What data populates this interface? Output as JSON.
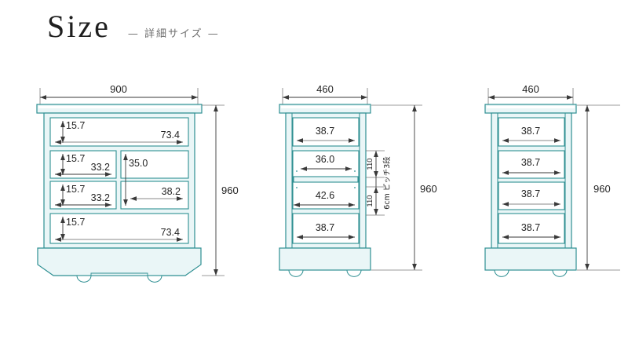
{
  "header": {
    "title": "Size",
    "subtitle": "— 詳細サイズ —"
  },
  "theme": {
    "line_color": "#2e8f92",
    "fill_color": "#eaf6f7",
    "dim_color": "#3a3a3a",
    "text_color": "#232323",
    "background": "#ffffff"
  },
  "chart_data": {
    "type": "diagram",
    "title": "Size — 詳細サイズ —",
    "units": "mm (cabinet outer), cm (drawer interiors)",
    "views": [
      {
        "id": "view-front",
        "name": "front-view",
        "width_label": "900",
        "height_label": "960",
        "drawers": [
          {
            "row": 1,
            "col": "full",
            "depth_label": "15.7",
            "width_label": "73.4"
          },
          {
            "row": 2,
            "col": "left",
            "depth_label": "15.7",
            "width_label": "33.2"
          },
          {
            "row": 2,
            "col": "right",
            "depth_label": "35.0",
            "width_label": ""
          },
          {
            "row": 3,
            "col": "left",
            "depth_label": "15.7",
            "width_label": "33.2"
          },
          {
            "row": 3,
            "col": "right",
            "depth_label": "",
            "width_label": "38.2"
          },
          {
            "row": 4,
            "col": "full",
            "depth_label": "15.7",
            "width_label": "73.4"
          }
        ]
      },
      {
        "id": "view-side-a",
        "name": "side-view-a",
        "width_label": "460",
        "height_label": "960",
        "drawers": [
          {
            "row": 1,
            "width_label": "38.7"
          },
          {
            "row": 2,
            "width_label": "36.0"
          },
          {
            "row": 3,
            "width_label": "42.6"
          },
          {
            "row": 4,
            "width_label": "38.7"
          }
        ],
        "pitch": {
          "segment_upper": "110",
          "segment_lower": "110",
          "note": "6cm ピッチ3段"
        }
      },
      {
        "id": "view-side-b",
        "name": "side-view-b",
        "width_label": "460",
        "height_label": "960",
        "drawers": [
          {
            "row": 1,
            "width_label": "38.7"
          },
          {
            "row": 2,
            "width_label": "38.7"
          },
          {
            "row": 3,
            "width_label": "38.7"
          },
          {
            "row": 4,
            "width_label": "38.7"
          }
        ]
      }
    ]
  }
}
